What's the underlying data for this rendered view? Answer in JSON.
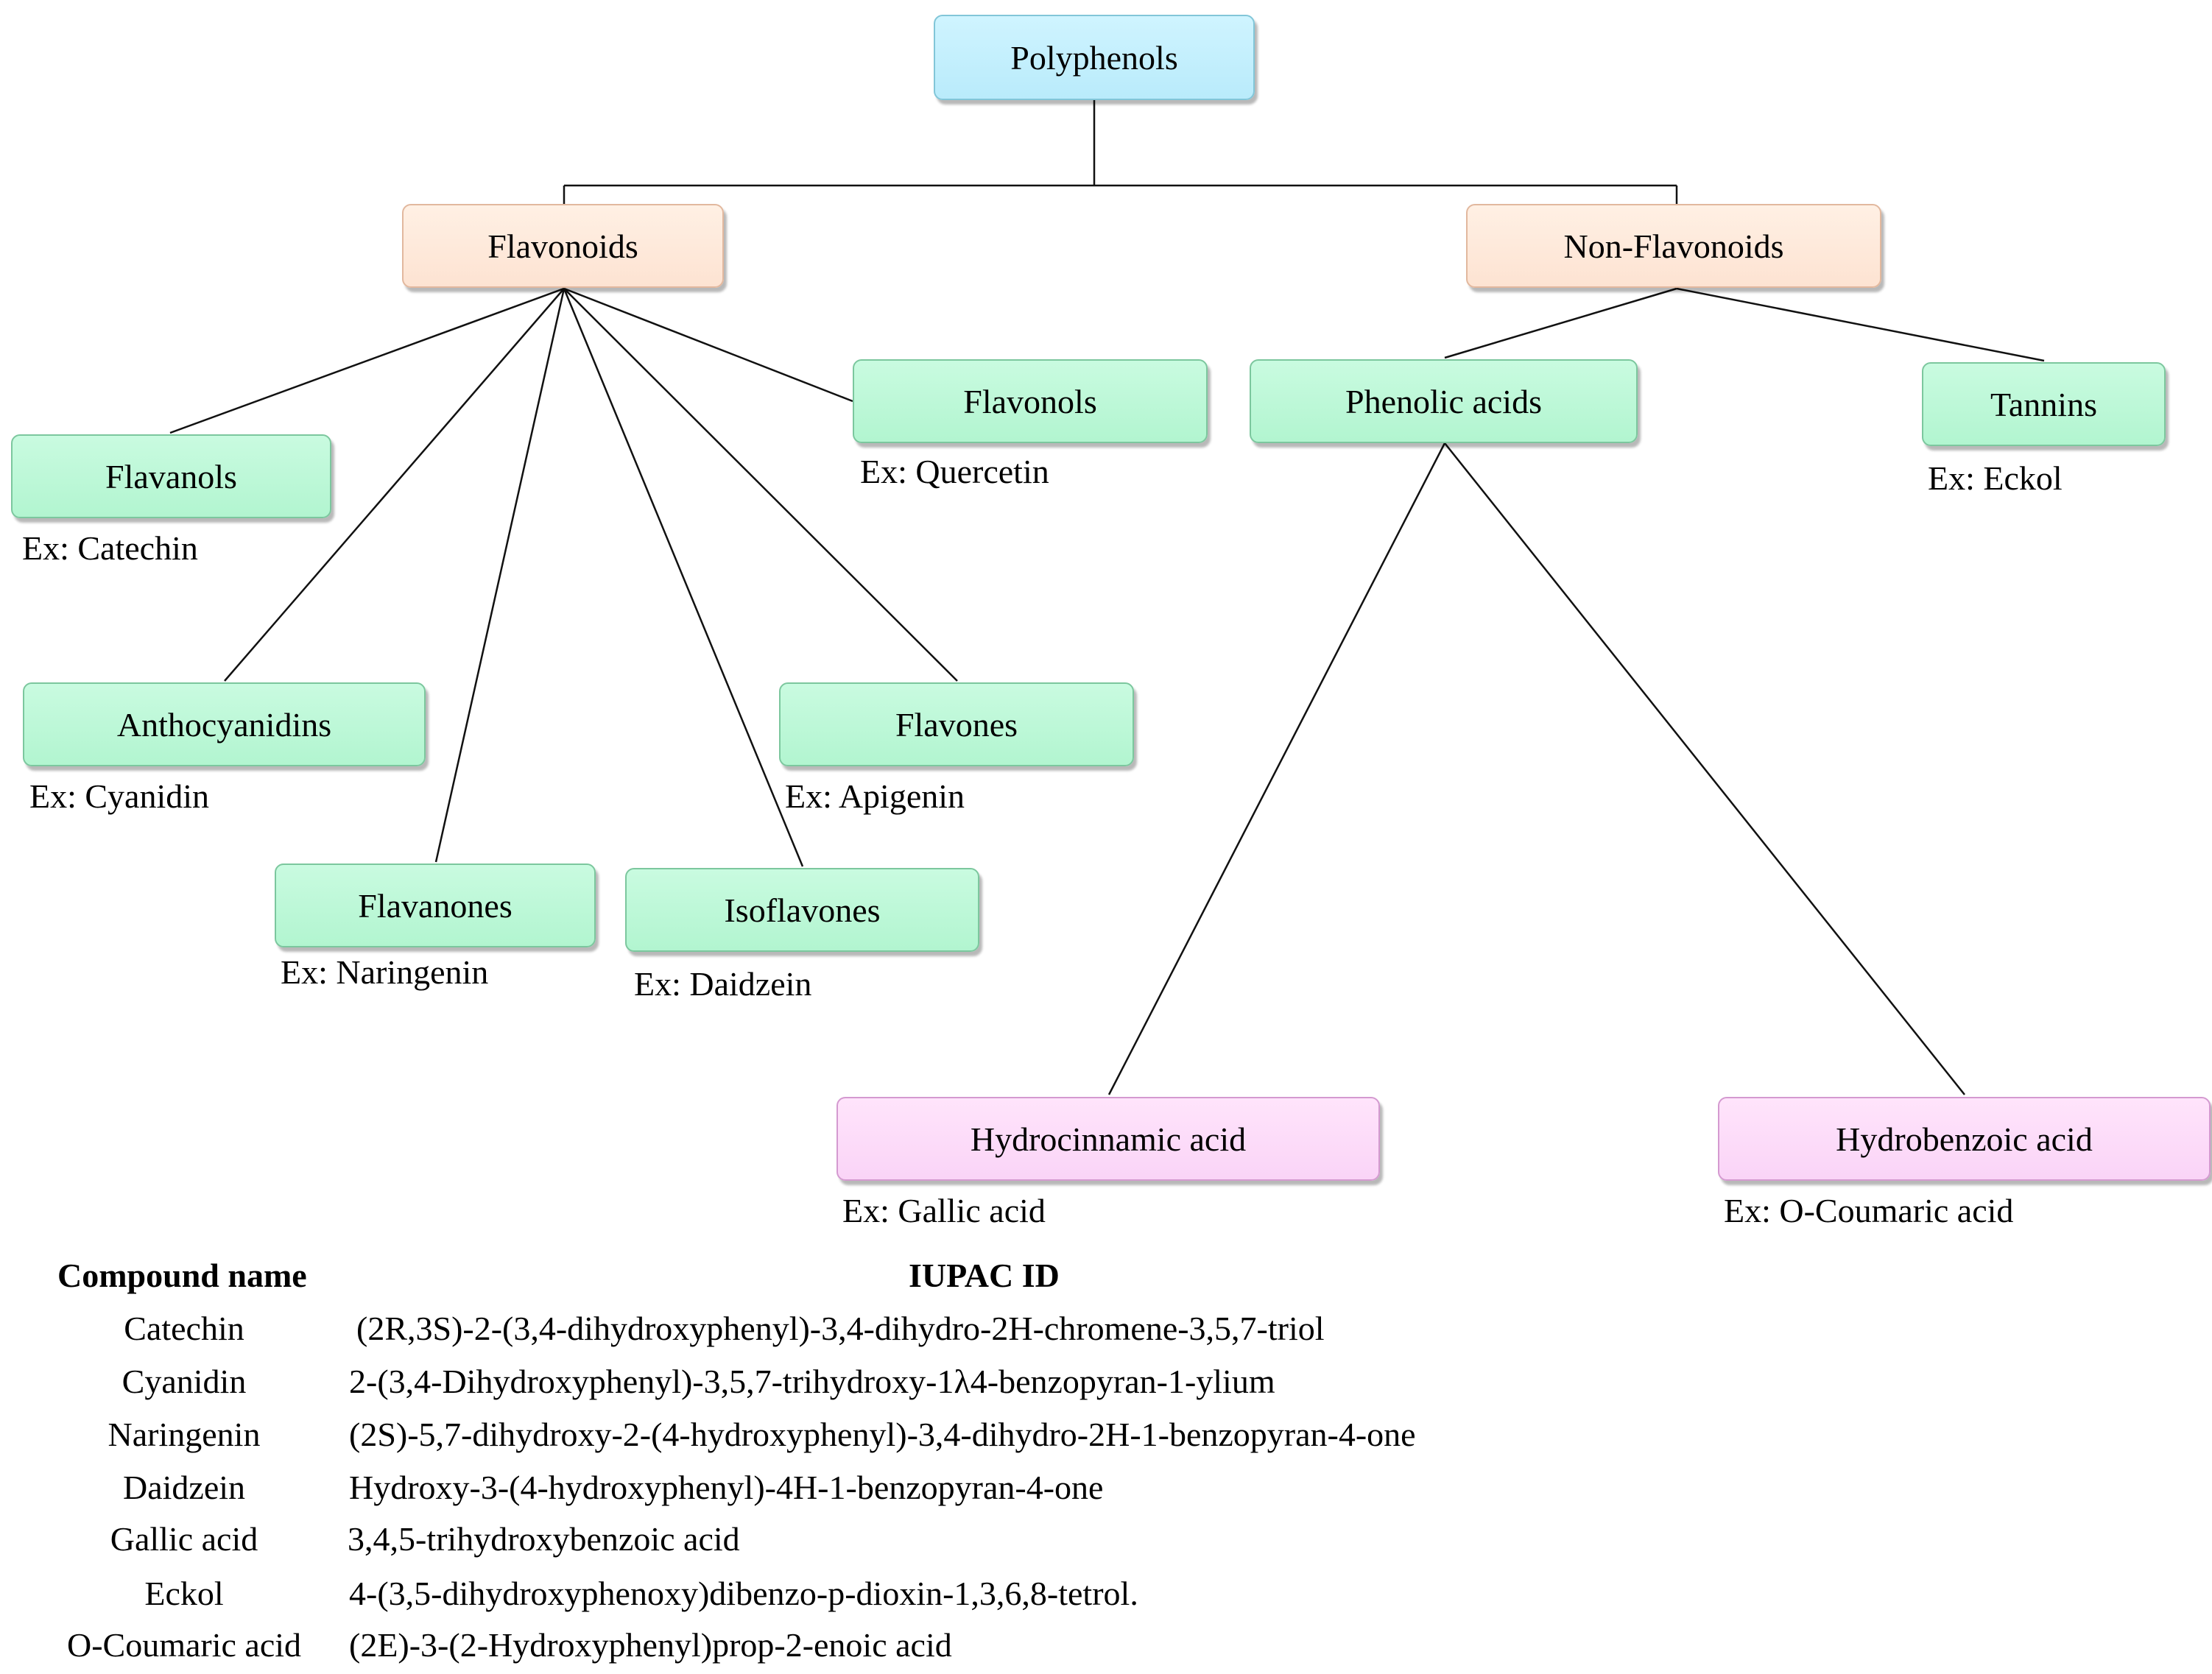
{
  "nodes": {
    "polyphenols": "Polyphenols",
    "flavonoids": "Flavonoids",
    "non_flavonoids": "Non-Flavonoids",
    "flavanols": "Flavanols",
    "flavonols": "Flavonols",
    "anthocyanidins": "Anthocyanidins",
    "flavones": "Flavones",
    "flavanones": "Flavanones",
    "isoflavones": "Isoflavones",
    "phenolic_acids": "Phenolic acids",
    "tannins": "Tannins",
    "hydrocinnamic_acid": "Hydrocinnamic acid",
    "hydrobenzoic_acid": "Hydrobenzoic acid"
  },
  "examples": {
    "flavanols": "Ex: Catechin",
    "flavonols": "Ex: Quercetin",
    "anthocyanidins": "Ex: Cyanidin",
    "flavones": "Ex: Apigenin",
    "flavanones": "Ex: Naringenin",
    "isoflavones": "Ex: Daidzein",
    "tannins": "Ex: Eckol",
    "hydrocinnamic_acid": "Ex: Gallic acid",
    "hydrobenzoic_acid": "Ex: O-Coumaric acid"
  },
  "table": {
    "headers": {
      "compound": "Compound name",
      "iupac": "IUPAC ID"
    },
    "rows": [
      {
        "name": "Catechin",
        "iupac": "(2R,3S)-2-(3,4-dihydroxyphenyl)-3,4-dihydro-2H-chromene-3,5,7-triol"
      },
      {
        "name": "Cyanidin",
        "iupac": "2-(3,4-Dihydroxyphenyl)-3,5,7-trihydroxy-1λ4-benzopyran-1-ylium"
      },
      {
        "name": "Naringenin",
        "iupac": "(2S)-5,7-dihydroxy-2-(4-hydroxyphenyl)-3,4-dihydro-2H-1-benzopyran-4-one"
      },
      {
        "name": "Daidzein",
        "iupac": "Hydroxy-3-(4-hydroxyphenyl)-4H-1-benzopyran-4-one"
      },
      {
        "name": "Gallic acid",
        "iupac": "3,4,5-trihydroxybenzoic acid"
      },
      {
        "name": "Eckol",
        "iupac": "4-(3,5-dihydroxyphenoxy)dibenzo-p-dioxin-1,3,6,8-tetrol."
      },
      {
        "name": "O-Coumaric acid",
        "iupac": "(2E)-3-(2-Hydroxyphenyl)prop-2-enoic acid"
      }
    ]
  }
}
